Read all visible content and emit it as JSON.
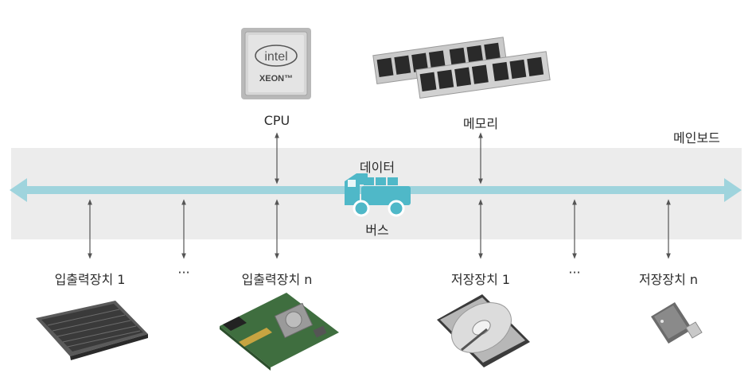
{
  "motherboard": {
    "label": "메인보드"
  },
  "bus": {
    "label": "버스",
    "data_label": "데이터",
    "color": "#9fd4dd",
    "truck_color": "#4fb8c8"
  },
  "cpu": {
    "label": "CPU",
    "chip_brand": "intel",
    "chip_model": "XEON™"
  },
  "memory": {
    "label": "메모리"
  },
  "devices": [
    {
      "label": "입출력장치 1",
      "icon": "keyboard-icon"
    },
    {
      "label": "···"
    },
    {
      "label": "입출력장치 n",
      "icon": "graphics-card-icon"
    },
    {
      "label": "저장장치 1",
      "icon": "hard-disk-icon"
    },
    {
      "label": "···"
    },
    {
      "label": "저장장치 n",
      "icon": "usb-drive-icon"
    }
  ]
}
